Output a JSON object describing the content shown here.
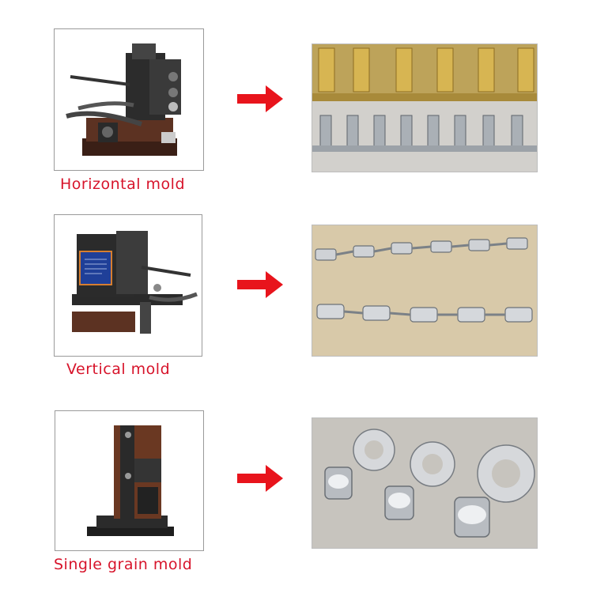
{
  "rows": [
    {
      "label": "Horizontal mold",
      "machine_icon": "horizontal-crimp-applicator",
      "product_icon": "brass-terminal-strip"
    },
    {
      "label": "Vertical mold",
      "machine_icon": "vertical-crimp-applicator",
      "product_icon": "silver-terminal-chain"
    },
    {
      "label": "Single grain mold",
      "machine_icon": "single-grain-applicator",
      "product_icon": "ring-terminals"
    }
  ],
  "colors": {
    "label": "#d7142b",
    "arrow": "#e8141c",
    "frame": "#9a9a9a"
  }
}
